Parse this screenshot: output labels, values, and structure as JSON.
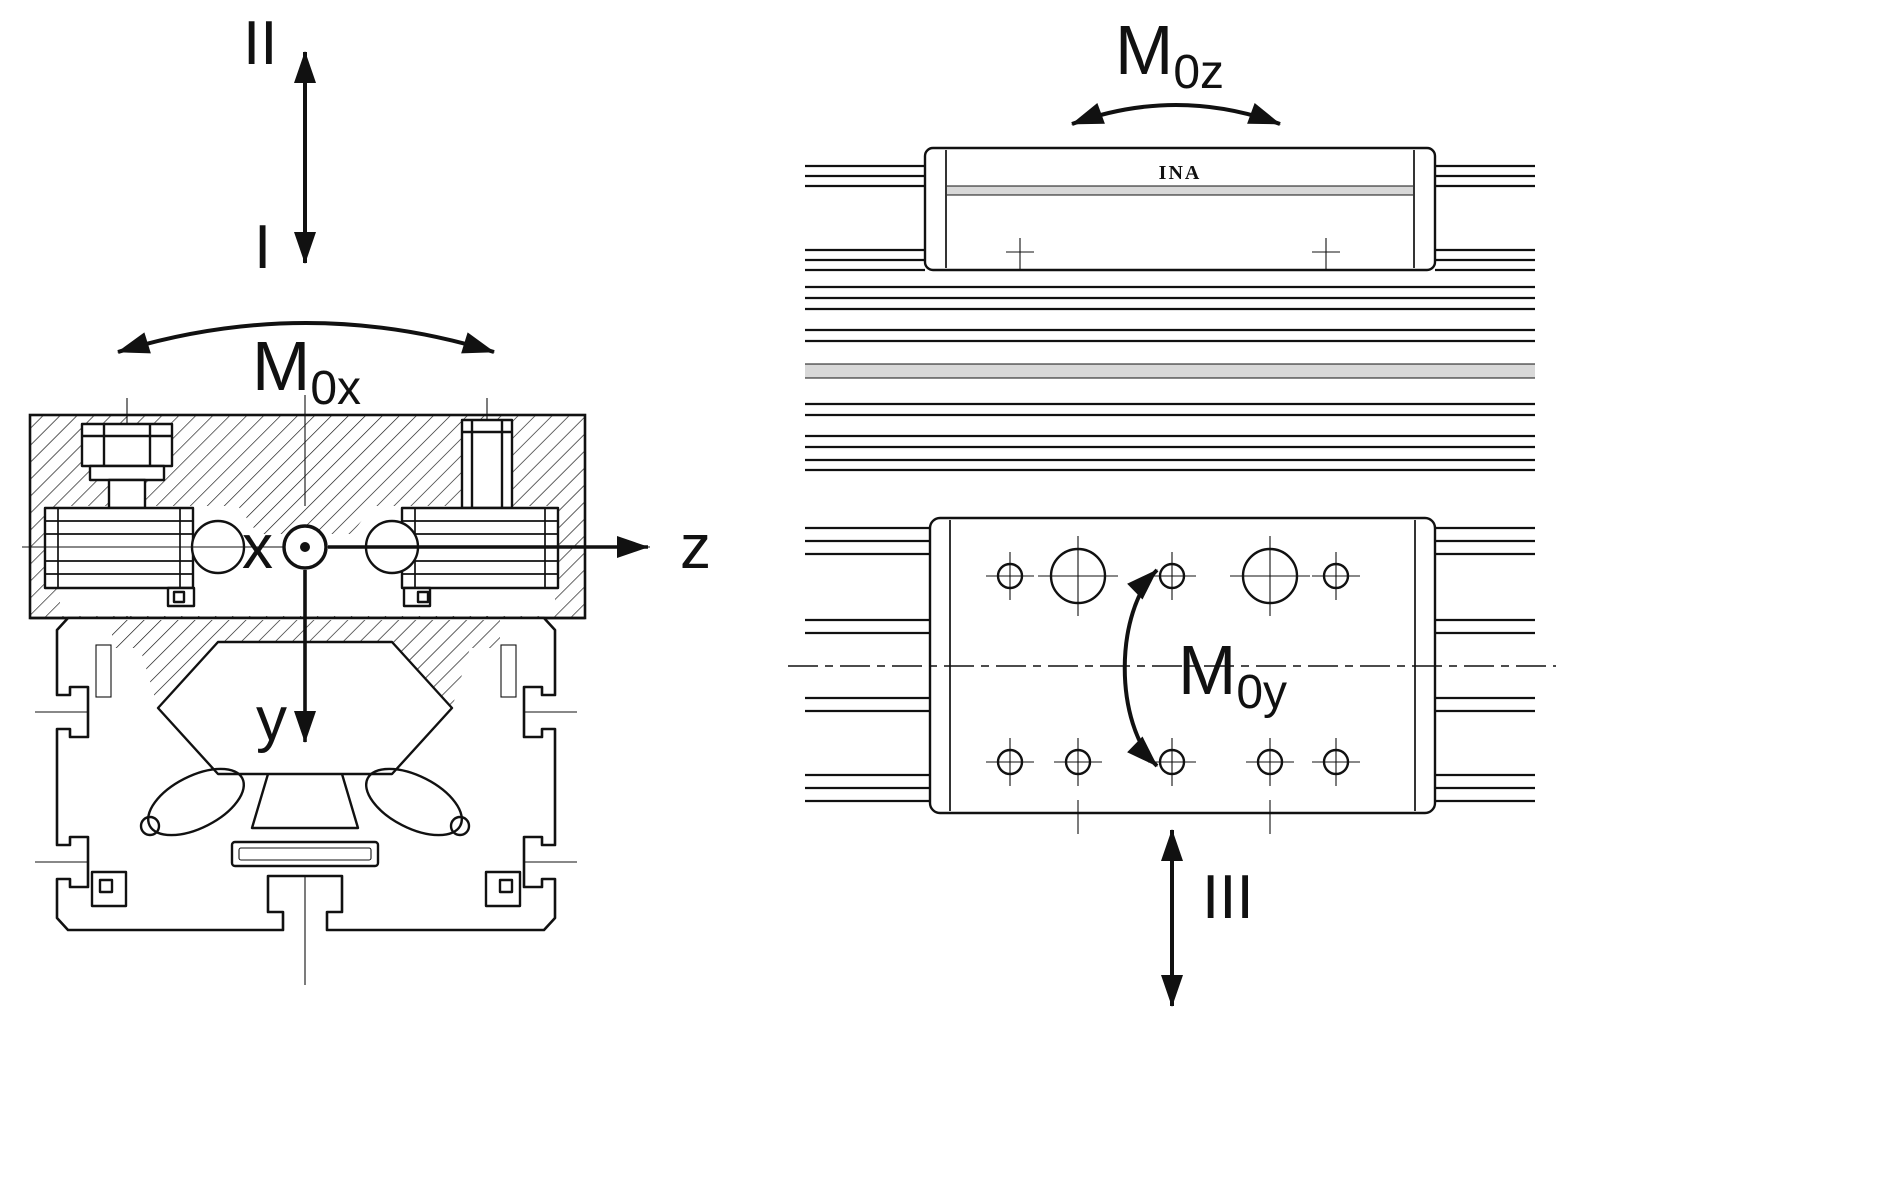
{
  "labels": {
    "load_direction_vertical_up": "II",
    "load_direction_vertical_down": "I",
    "load_direction_lateral": "III",
    "axis_x": "x",
    "axis_y": "y",
    "axis_z": "z",
    "brand_logo": "INA",
    "moment_x": {
      "main": "M",
      "sub": "0x"
    },
    "moment_y": {
      "main": "M",
      "sub": "0y"
    },
    "moment_z": {
      "main": "M",
      "sub": "0z"
    }
  },
  "colors": {
    "line": "#111111",
    "background": "#ffffff",
    "light_band": "#d8d8d8"
  }
}
